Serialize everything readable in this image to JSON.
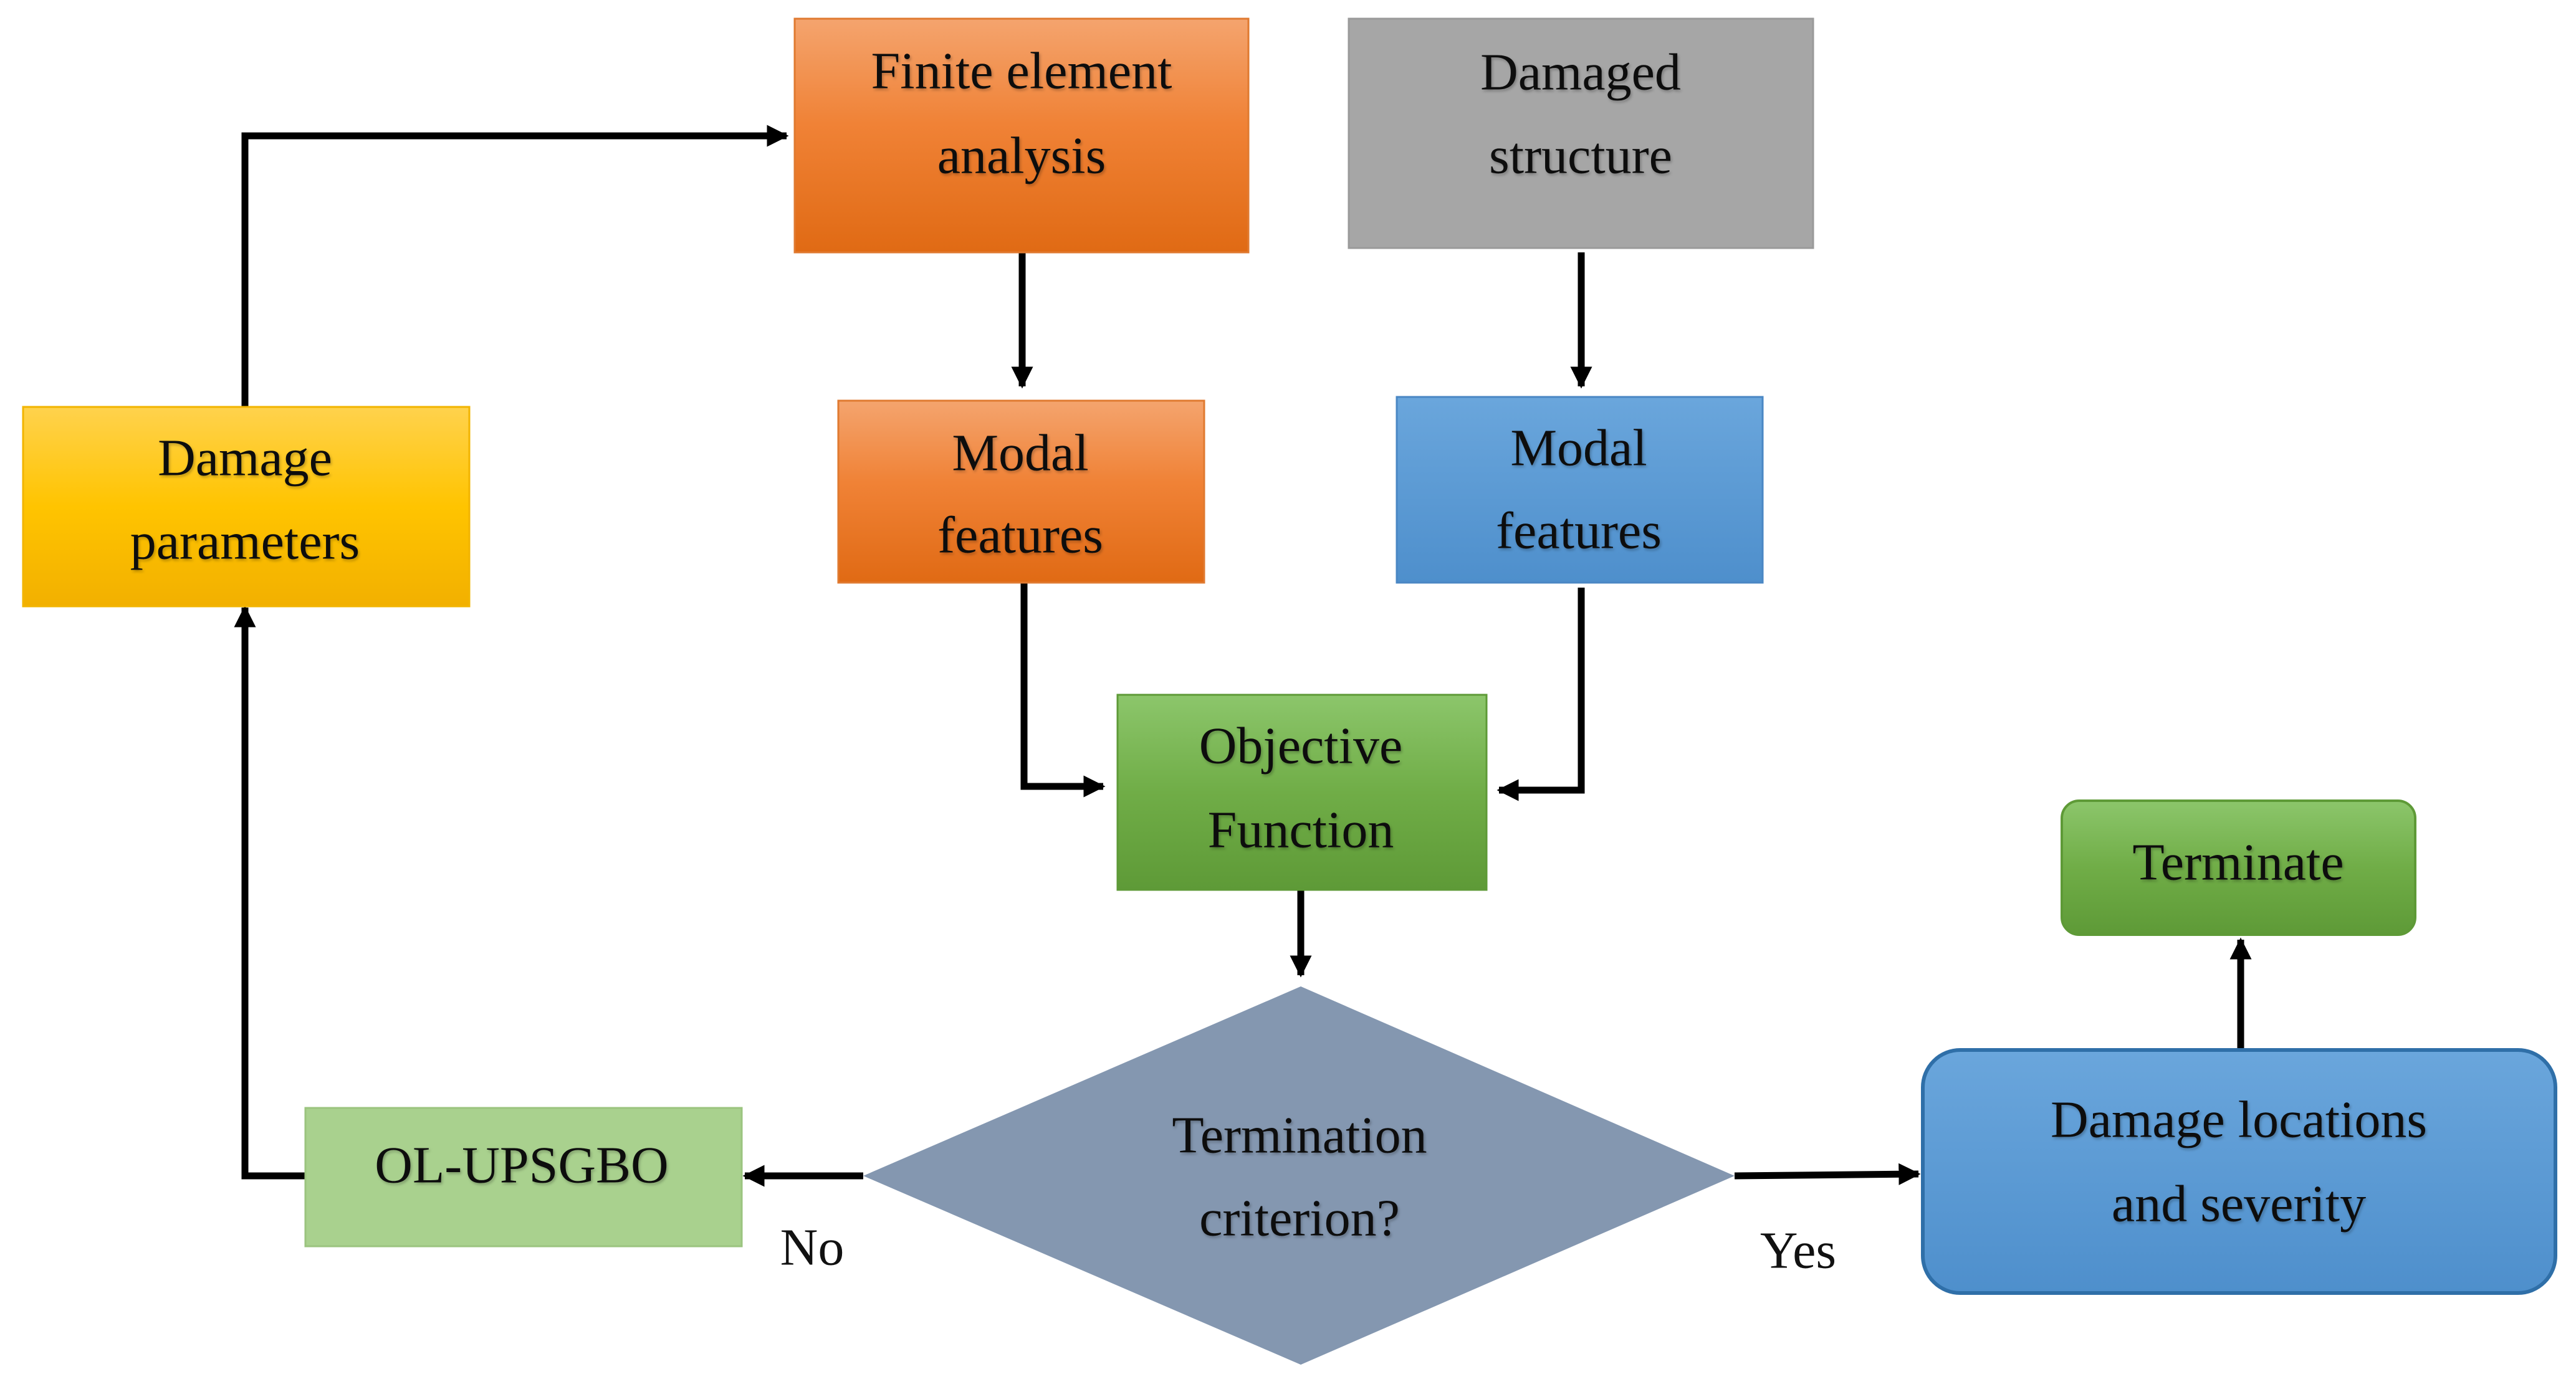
{
  "nodes": {
    "fea": {
      "lines": [
        "Finite element",
        "analysis"
      ],
      "color": "#ED7D31"
    },
    "damaged_structure": {
      "lines": [
        "Damaged",
        "structure"
      ],
      "color": "#A5A5A5"
    },
    "damage_parameters": {
      "lines": [
        "Damage",
        "parameters"
      ],
      "color": "#FFC000"
    },
    "modal_features_fe": {
      "lines": [
        "Modal",
        "features"
      ],
      "color": "#ED7D31"
    },
    "modal_features_measured": {
      "lines": [
        "Modal",
        "features"
      ],
      "color": "#5B9BD5"
    },
    "objective_function": {
      "lines": [
        "Objective",
        "Function"
      ],
      "color": "#70AD47"
    },
    "termination_criterion": {
      "lines": [
        "Termination",
        "criterion?"
      ],
      "color": "#8497B0"
    },
    "optimizer": {
      "lines": [
        "OL-UPSGBO"
      ],
      "color": "#A9D18E"
    },
    "damage_locations": {
      "lines": [
        "Damage locations",
        "and severity"
      ],
      "color": "#5B9BD5"
    },
    "terminate": {
      "lines": [
        "Terminate"
      ],
      "color": "#70AD47"
    }
  },
  "edge_labels": {
    "no": "No",
    "yes": "Yes"
  }
}
